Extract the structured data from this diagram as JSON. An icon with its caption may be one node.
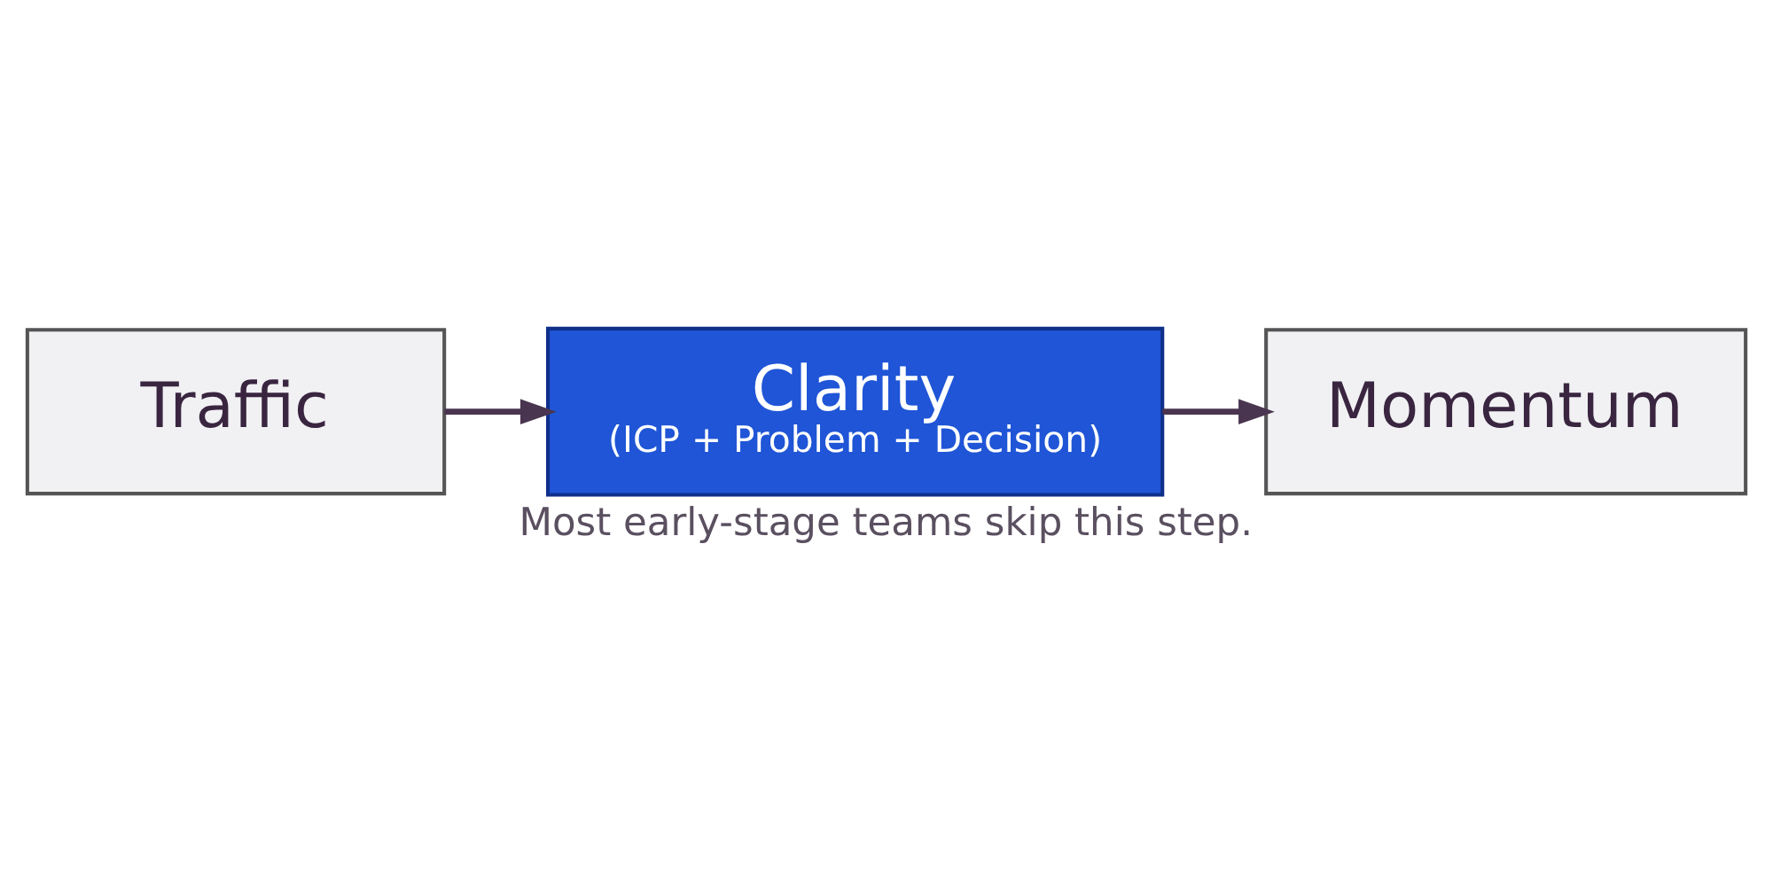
{
  "diagram": {
    "caption": "Most early-stage teams skip this step.",
    "nodes": [
      {
        "text": [
          "Traffic"
        ]
      },
      {
        "text": [
          "Clarity",
          "(ICP + Problem + Decision)"
        ]
      },
      {
        "text": [
          "Momentum"
        ]
      }
    ],
    "edges": [
      {
        "from": 0,
        "to": 1,
        "arrow": "to"
      },
      {
        "from": 1,
        "to": 2,
        "arrow": "to"
      }
    ]
  }
}
